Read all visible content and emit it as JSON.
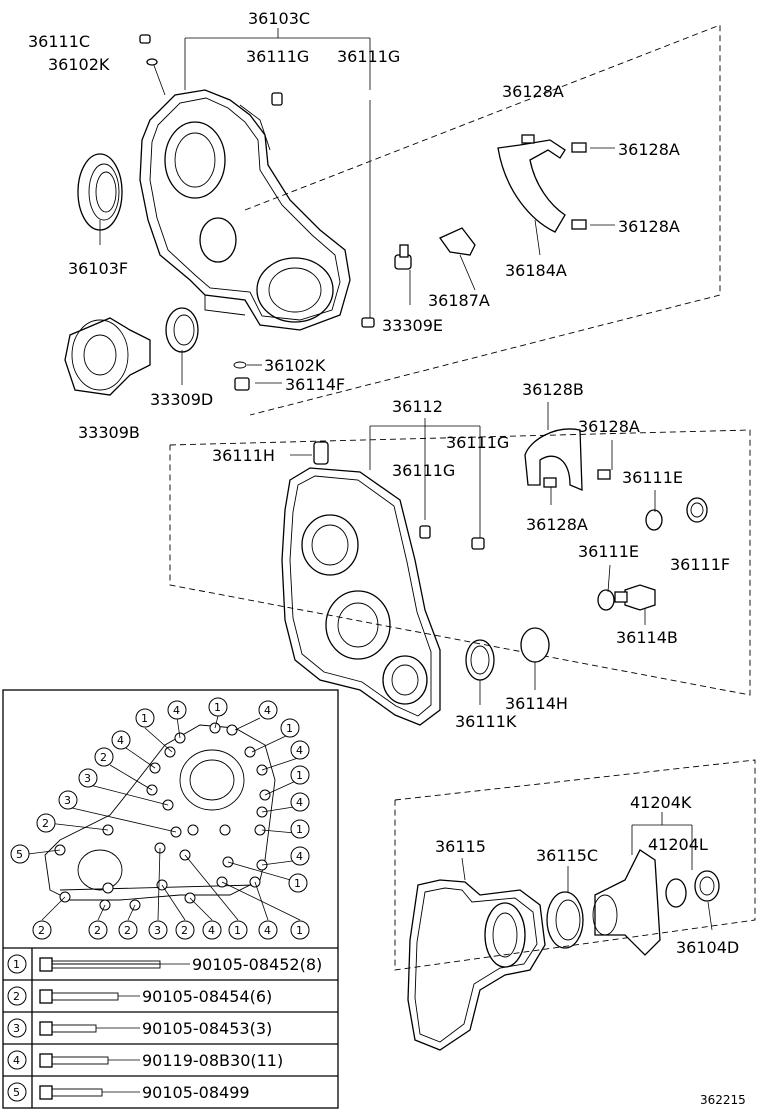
{
  "labels": {
    "p36103C": "36103C",
    "p36111C": "36111C",
    "p36102K_top": "36102K",
    "p36111G_1": "36111G",
    "p36111G_2": "36111G",
    "p36128A_top": "36128A",
    "p36128A_r1": "36128A",
    "p36128A_r2": "36128A",
    "p36184A": "36184A",
    "p36187A": "36187A",
    "p33309E": "33309E",
    "p36103F": "36103F",
    "p36102K_bot": "36102K",
    "p36114F": "36114F",
    "p33309D": "33309D",
    "p33309B": "33309B",
    "p36112": "36112",
    "p36128B": "36128B",
    "p36111H": "36111H",
    "p36111G_3": "36111G",
    "p36111G_4": "36111G",
    "p36128A_m1": "36128A",
    "p36111E_1": "36111E",
    "p36128A_m2": "36128A",
    "p36111F": "36111F",
    "p36111E_2": "36111E",
    "p36114B": "36114B",
    "p36114H": "36114H",
    "p36111K": "36111K",
    "p41204K": "41204K",
    "p36115": "36115",
    "p36115C": "36115C",
    "p41204L": "41204L",
    "p36104D": "36104D"
  },
  "bolt_legend": [
    {
      "index": "1",
      "code": "90105-08452(8)"
    },
    {
      "index": "2",
      "code": "90105-08454(6)"
    },
    {
      "index": "3",
      "code": "90105-08453(3)"
    },
    {
      "index": "4",
      "code": "90119-08B30(11)"
    },
    {
      "index": "5",
      "code": "90105-08499"
    }
  ],
  "bolt_map_numbers": {
    "n1": "1",
    "n2": "2",
    "n3": "3",
    "n4": "4",
    "n5": "5"
  },
  "footer": {
    "figure_id": "362215"
  }
}
